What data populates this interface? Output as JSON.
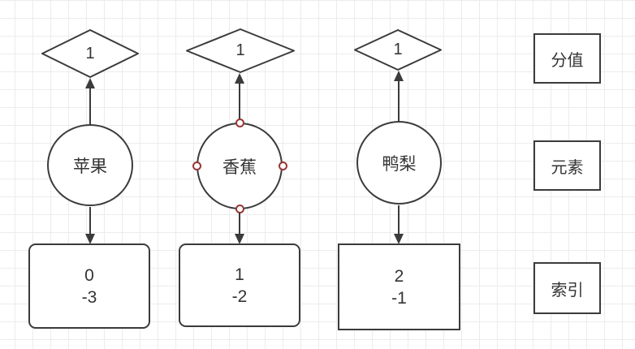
{
  "canvas": {
    "background": "#ffffff",
    "grid_color": "#ececec",
    "shape_stroke": "#3b3b3b",
    "text_color": "#333333",
    "connection_point_color": "#993434"
  },
  "columns": [
    {
      "score": "1",
      "element": "苹果",
      "index_top": "0",
      "index_bottom": "-3"
    },
    {
      "score": "1",
      "element": "香蕉",
      "index_top": "1",
      "index_bottom": "-2"
    },
    {
      "score": "1",
      "element": "鸭梨",
      "index_top": "2",
      "index_bottom": "-1"
    }
  ],
  "legend": [
    {
      "label": "分值"
    },
    {
      "label": "元素"
    },
    {
      "label": "索引"
    }
  ]
}
